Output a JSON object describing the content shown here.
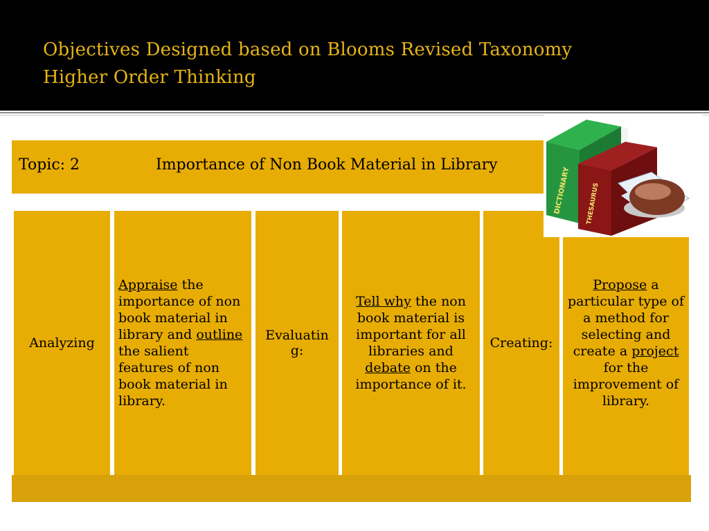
{
  "slide": {
    "title_line1": "Objectives Designed based on Blooms Revised Taxonomy",
    "title_line2": "Higher Order Thinking"
  },
  "topic": {
    "label": "Topic:  2",
    "text": "Importance of Non Book Material in Library"
  },
  "objectives": {
    "analyzing_label": "Analyzing",
    "analyzing_verb1": "Appraise",
    "analyzing_text1": " the importance of non book material in library and ",
    "analyzing_verb2": "outline",
    "analyzing_text2": " the salient features of non book material in library.",
    "evaluating_label": "Evaluating:",
    "evaluating_verb1": "Tell why",
    "evaluating_text1": " the non book material is important for all libraries and ",
    "evaluating_verb2": "debate",
    "evaluating_text2": " on the importance of it.",
    "creating_label": "Creating:",
    "creating_verb1": "Propose",
    "creating_text1": " a particular type of a method for selecting and create a ",
    "creating_verb2": "project",
    "creating_text2": " for the improvement of library."
  },
  "clipart": {
    "book1_spine": "DICTIONARY",
    "book2_spine": "THESAURUS",
    "colors": {
      "gold": "#e8ad05",
      "title_gold": "#e7b416",
      "book_green": "#1f8a3a",
      "book_maroon": "#7a1010"
    }
  }
}
